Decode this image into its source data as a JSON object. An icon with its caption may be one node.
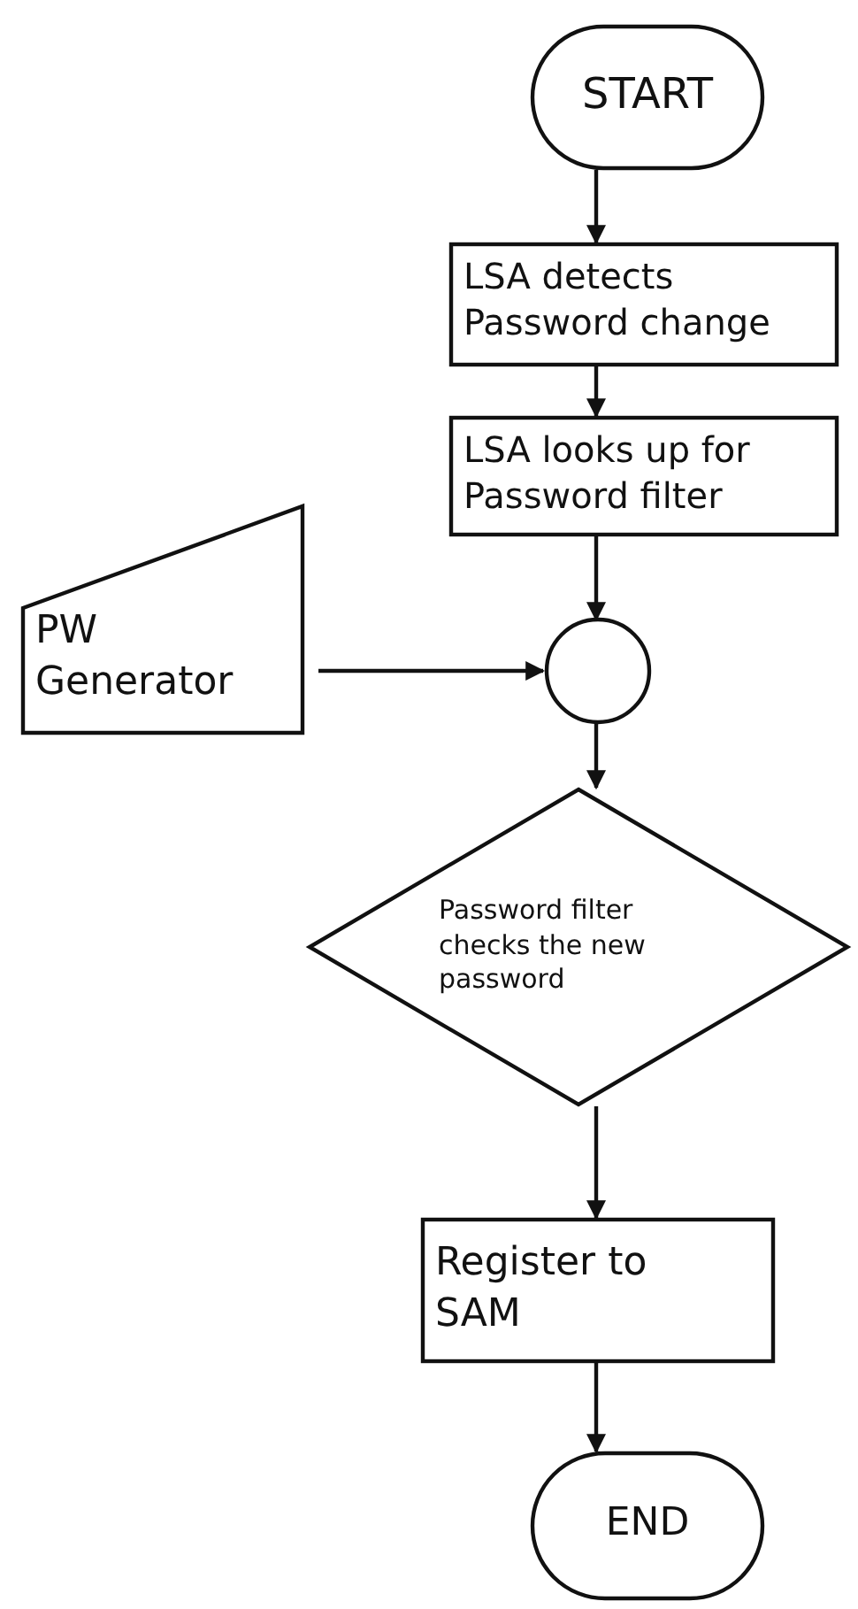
{
  "diagram": {
    "nodes": [
      {
        "text": [
          "START"
        ]
      },
      {
        "text": [
          "LSA detects Password change"
        ]
      },
      {
        "text": [
          "LSA looks up for Password filter"
        ]
      },
      {
        "text": [
          "PW Generator"
        ]
      },
      {
        "text": [],
        "shape": "circle"
      },
      {
        "text": [
          "Password filter checks the new password"
        ]
      },
      {
        "text": [
          "Register to SAM"
        ]
      },
      {
        "text": [
          "END"
        ]
      }
    ],
    "edges": [
      {
        "from": 0,
        "to": 1,
        "arrow": "to"
      },
      {
        "from": 1,
        "to": 2,
        "arrow": "to"
      },
      {
        "from": 2,
        "to": 4,
        "arrow": "to"
      },
      {
        "from": 3,
        "to": 4,
        "arrow": "to"
      },
      {
        "from": 4,
        "to": 5,
        "arrow": "to"
      },
      {
        "from": 5,
        "to": 6,
        "arrow": "to"
      },
      {
        "from": 6,
        "to": 7,
        "arrow": "to"
      }
    ]
  }
}
